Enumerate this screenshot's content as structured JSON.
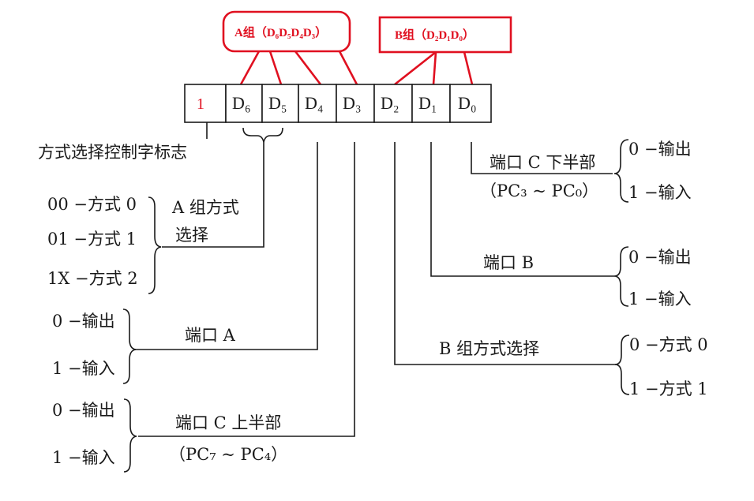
{
  "header": {
    "groupA": "A组（D₆D₅D₄D₃）",
    "groupB": "B组（D₂D₁D₀）"
  },
  "bits": {
    "b7": "1",
    "d6": "D₆",
    "d5": "D₅",
    "d4": "D₄",
    "d3": "D₃",
    "d2": "D₂",
    "d1": "D₁",
    "d0": "D₀"
  },
  "left": {
    "flag_label": "方式选择控制字标志",
    "groupA_mode": {
      "title_line1": "A 组方式",
      "title_line2": "选择",
      "opt0": "00 −方式 0",
      "opt1": "01 −方式 1",
      "opt2": "1X −方式 2"
    },
    "portA": {
      "title": "端口 A",
      "opt0": "0 −输出",
      "opt1": "1 −输入"
    },
    "portC_upper": {
      "title": "端口 C 上半部",
      "range": "（PC₇ ~ PC₄）",
      "opt0": "0 −输出",
      "opt1": "1 −输入"
    }
  },
  "right": {
    "portC_lower": {
      "title": "端口 C 下半部",
      "range": "（PC₃ ~ PC₀）",
      "opt0": "0 −输出",
      "opt1": "1 −输入"
    },
    "portB": {
      "title": "端口 B",
      "opt0": "0 −输出",
      "opt1": "1 −输入"
    },
    "groupB_mode": {
      "title": "B 组方式选择",
      "opt0": "0 −方式 0",
      "opt1": "1 −方式 1"
    }
  },
  "colors": {
    "highlight": "#e01020",
    "ink": "#1a1a1a"
  }
}
